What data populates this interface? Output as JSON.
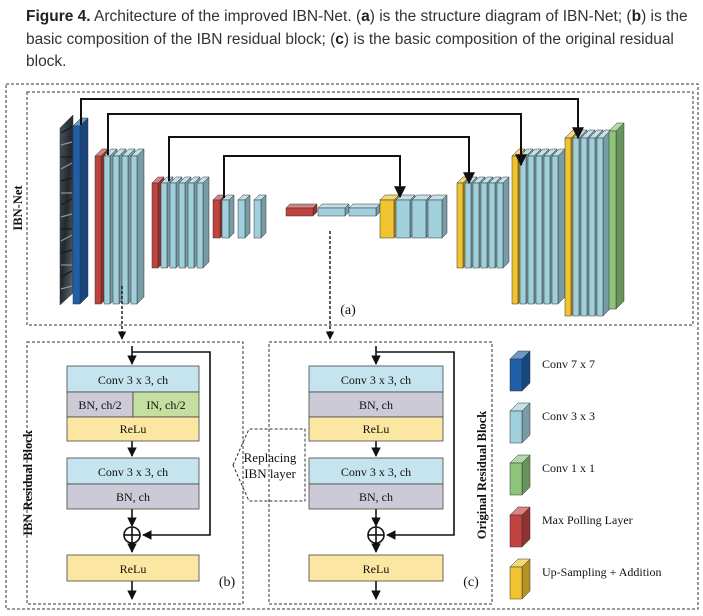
{
  "caption": {
    "figure_label": "Figure 4.",
    "text_1": " Architecture of the improved IBN-Net. (",
    "a": "a",
    "text_2": ") is the structure diagram of IBN-Net; (",
    "b": "b",
    "text_3": ") is the basic composition of the IBN residual block; (",
    "c": "c",
    "text_4": ") is the basic composition of the original residual block."
  },
  "panel_a": {
    "side_label": "IBN-Net",
    "label": "(a)"
  },
  "panel_b": {
    "side_label": "IBN Residual Block",
    "label": "(b)",
    "conv1": "Conv 3 x 3, ch",
    "bn_half": "BN, ch/2",
    "in_half": "IN, ch/2",
    "relu1": "ReLu",
    "conv2": "Conv 3 x 3, ch",
    "bn2": "BN, ch",
    "relu2": "ReLu"
  },
  "replace_note": {
    "line1": "Replacing",
    "line2": "IBN layer"
  },
  "panel_c": {
    "side_label": "Original Residual Block",
    "label": "(c)",
    "conv1": "Conv 3 x 3, ch",
    "bn1": "BN, ch",
    "relu1": "ReLu",
    "conv2": "Conv 3 x 3, ch",
    "bn2": "BN, ch",
    "relu2": "ReLu"
  },
  "legend": [
    {
      "label": "Conv 7 x 7",
      "color": "#1f5fa8"
    },
    {
      "label": "Conv 3 x 3",
      "color": "#9fd0dc"
    },
    {
      "label": "Conv 1 x 1",
      "color": "#8cc47a"
    },
    {
      "label": "Max Polling Layer",
      "color": "#c0433f"
    },
    {
      "label": "Up-Sampling + Addition",
      "color": "#f0c330"
    }
  ],
  "colors": {
    "conv_block": "#c5e4f0",
    "ibn_green": "#c4dfa0",
    "bn_gray": "#cccad6",
    "relu_yellow": "#fbe6a2"
  }
}
